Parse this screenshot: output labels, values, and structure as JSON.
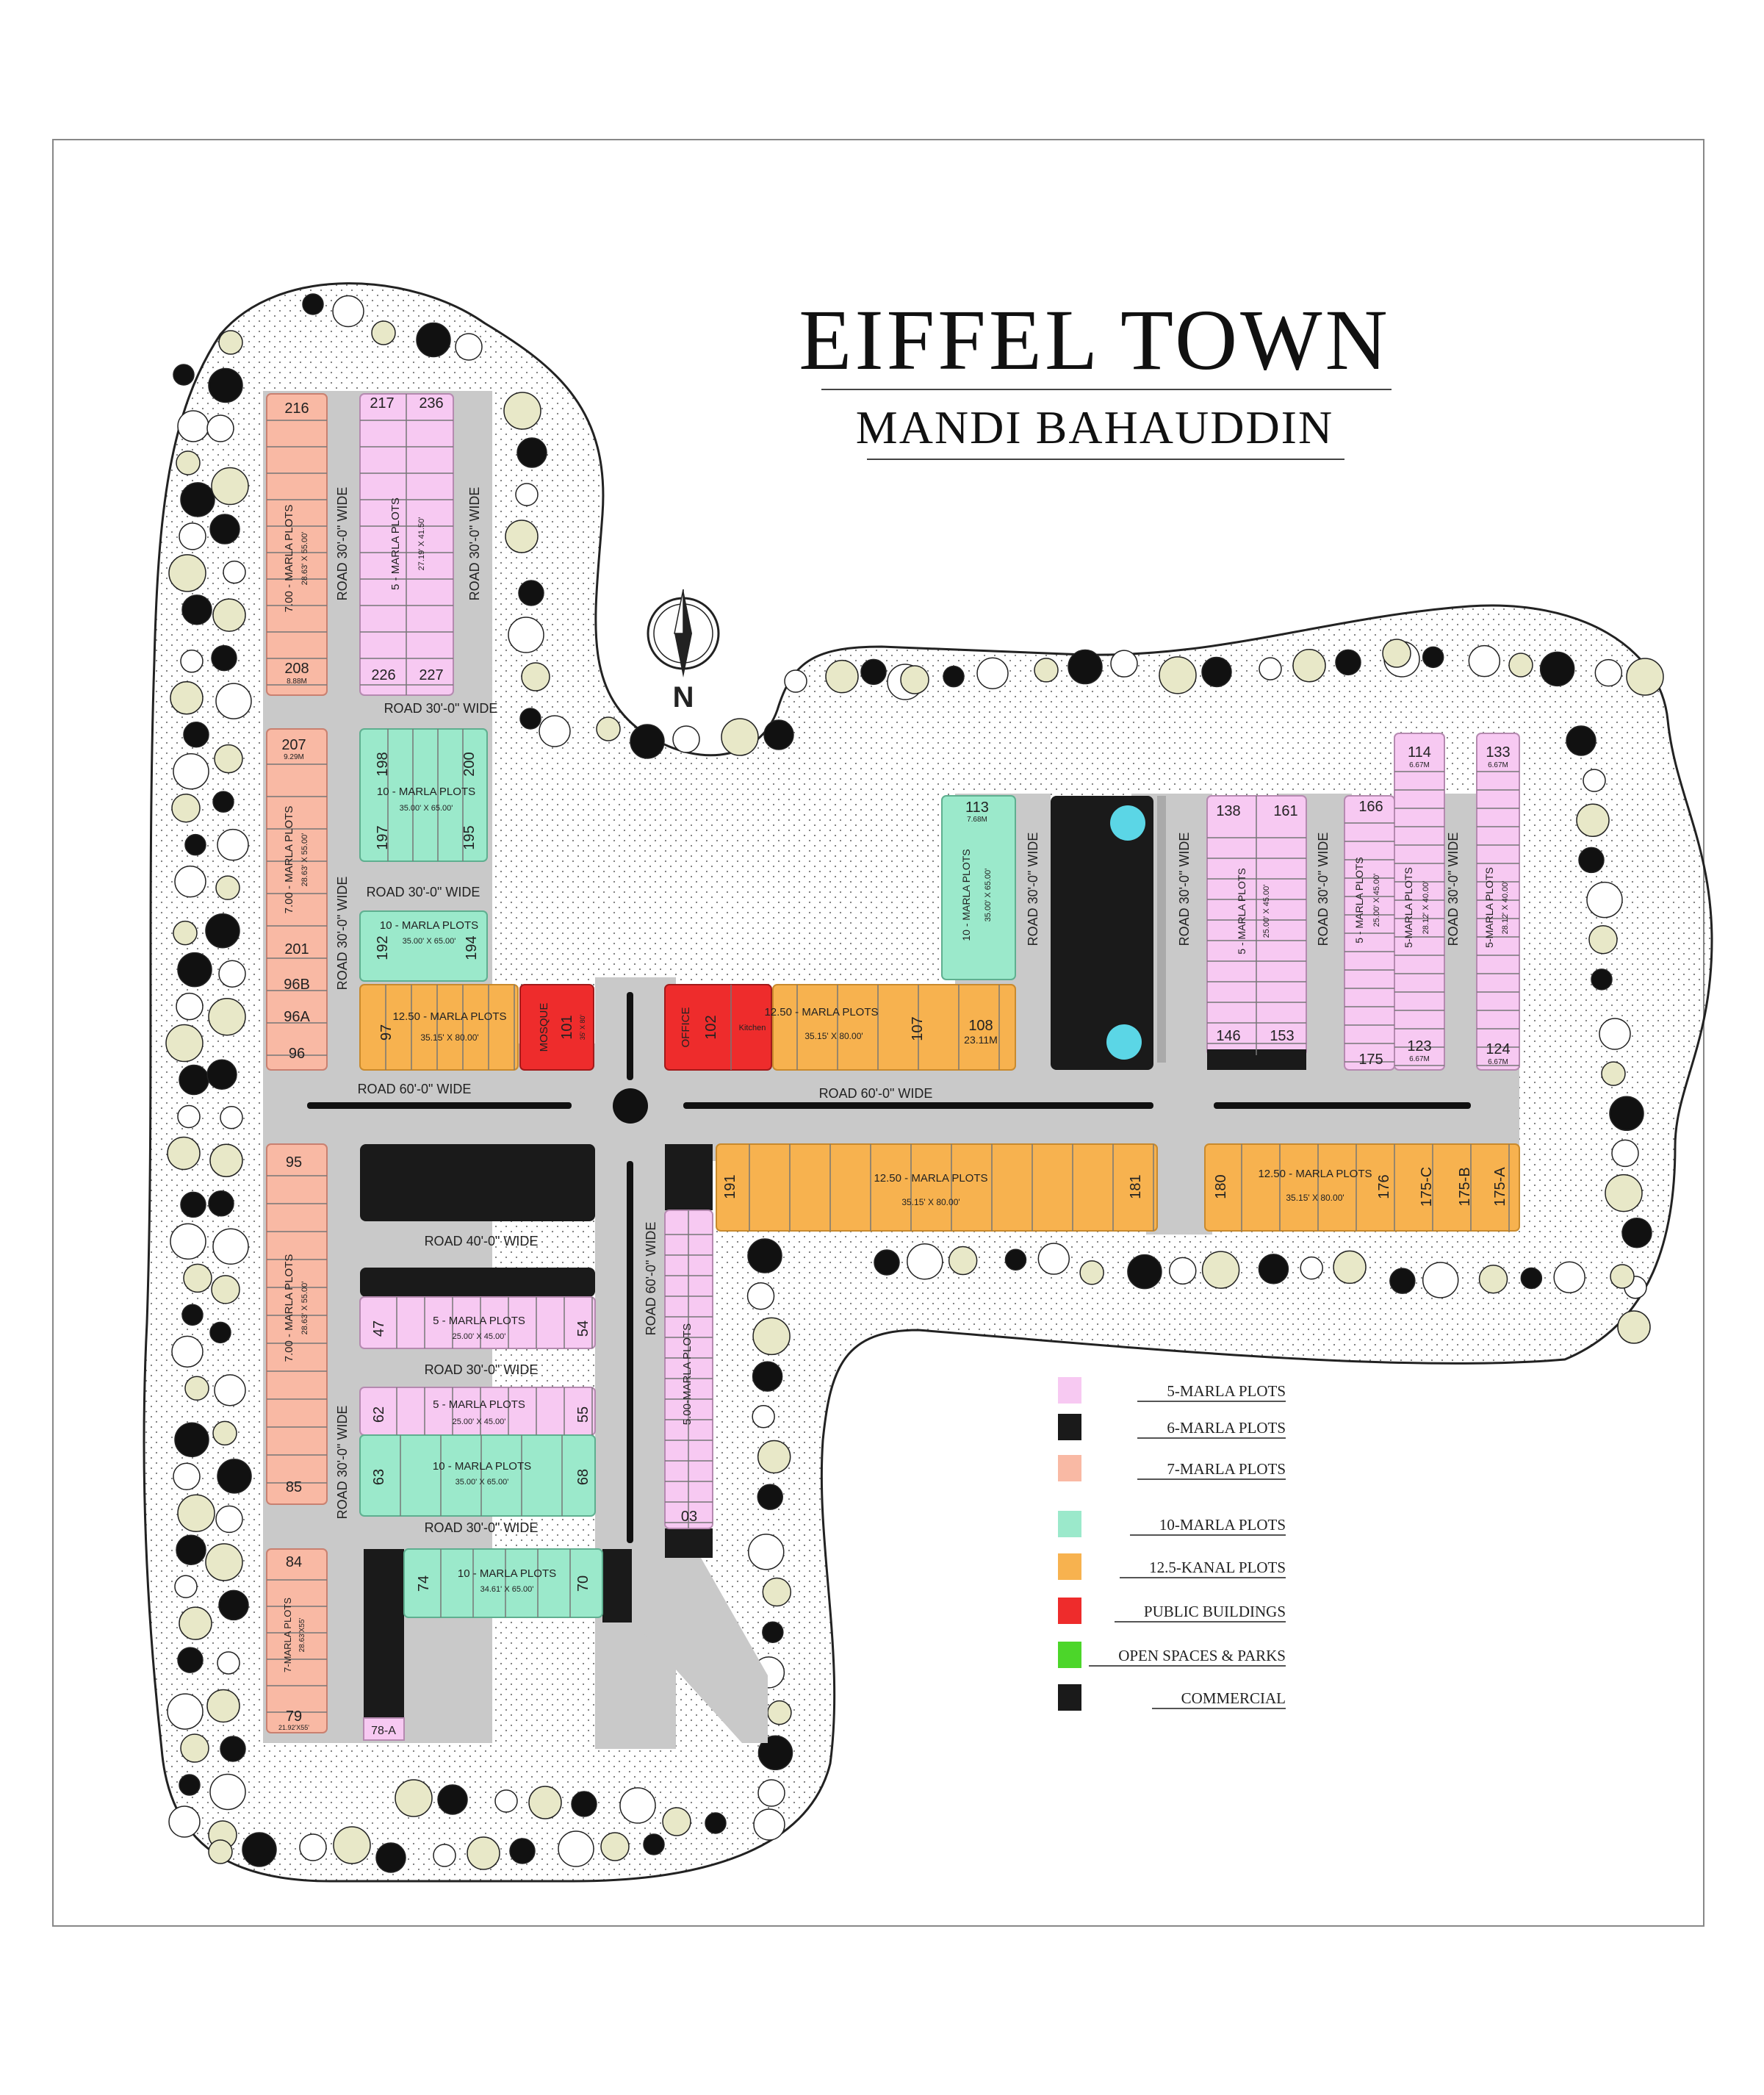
{
  "title": "EIFFEL TOWN",
  "subtitle": "MANDI BAHAUDDIN",
  "north_label": "N",
  "colors": {
    "five_marla": "#F7C9F2",
    "six_marla": "#1A1A1A",
    "seven_marla": "#F9B9A4",
    "ten_marla": "#9BE9CB",
    "twelve_five": "#F7B24F",
    "public": "#EE2C2C",
    "park": "#4CD62A",
    "commercial": "#1A1A1A",
    "road": "#C9C9C9",
    "green_belt": "#F4F4F4"
  },
  "legend": [
    {
      "label": "5-MARLA PLOTS",
      "color": "#F7C9F2"
    },
    {
      "label": "6-MARLA PLOTS",
      "color": "#1A1A1A"
    },
    {
      "label": "7-MARLA PLOTS",
      "color": "#F9B9A4"
    },
    {
      "label": "10-MARLA PLOTS",
      "color": "#9BE9CB"
    },
    {
      "label": "12.5-KANAL PLOTS",
      "color": "#F7B24F"
    },
    {
      "label": "PUBLIC BUILDINGS",
      "color": "#EE2C2C"
    },
    {
      "label": "OPEN SPACES & PARKS",
      "color": "#4CD62A"
    },
    {
      "label": "COMMERCIAL",
      "color": "#1A1A1A"
    }
  ],
  "roads": {
    "r30": "ROAD 30'-0\" WIDE",
    "r60": "ROAD 60'-0\" WIDE",
    "r40": "ROAD 40'-0\" WIDE",
    "r60v": "ROAD 60'-0\" WIDE"
  },
  "blocks": {
    "seven_a": {
      "label": "7.00 - MARLA PLOTS",
      "size": "28.63' X 55.00'",
      "top": "216",
      "bottom": "208",
      "bottom_sub": "8.88M"
    },
    "five_a": {
      "label": "5 - MARLA PLOTS",
      "size": "27.19' X 41.50'",
      "top_l": "217",
      "top_r": "236",
      "bot_l": "226",
      "bot_r": "227"
    },
    "ten_a": {
      "label": "10 - MARLA PLOTS",
      "size": "35.00' X 65.00'",
      "tl": "198",
      "tr": "200",
      "bl": "197",
      "br": "195"
    },
    "ten_b": {
      "label": "10 - MARLA PLOTS",
      "size": "35.00' X 65.00'",
      "l": "192",
      "r": "194"
    },
    "seven_b": {
      "label": "7.00 - MARLA PLOTS",
      "size": "28.63' X 55.00'",
      "top": "207",
      "top_sub": "9.29M",
      "n201": "201",
      "n96b": "96B",
      "n96a": "96A",
      "n96": "96"
    },
    "orange_w": {
      "label": "12.50 - MARLA PLOTS",
      "size": "35.15' X 80.00'",
      "l": "97"
    },
    "mosque": {
      "label": "MOSQUE",
      "num": "101",
      "sub": "35' X 80'"
    },
    "office": {
      "label": "OFFICE",
      "num": "102",
      "kitchen": "Kitchen"
    },
    "orange_c": {
      "label": "12.50 - MARLA PLOTS",
      "size": "35.15' X 80.00'",
      "l": "107",
      "r": "108",
      "r_sub": "23.11M"
    },
    "ten_c": {
      "label": "10 - MARLA PLOTS",
      "size": "35.00' X 65.00'",
      "top": "113",
      "top_sub": "7.68M"
    },
    "five_c": {
      "label": "5 - MARLA PLOTS",
      "size": "25.00' X 45.00'",
      "tl": "138",
      "tr": "161",
      "bl": "146",
      "br": "153"
    },
    "five_d": {
      "label": "5 - MARLA PLOTS",
      "size": "25.00' X 45.00'",
      "top": "166",
      "bottom": "175"
    },
    "five_e": {
      "label": "5-MARLA PLOTS",
      "size": "28.12' X 40.00'",
      "top": "114",
      "top_sub": "6.67M",
      "bottom": "123",
      "bottom_sub": "6.67M"
    },
    "five_f": {
      "label": "5-MARLA PLOTS",
      "size": "28.12' X 40.00'",
      "top": "133",
      "top_sub": "6.67M",
      "bottom": "124",
      "bottom_sub": "6.67M"
    },
    "seven_c": {
      "label": "7.00 - MARLA PLOTS",
      "size": "28.63' X 55.00'",
      "top": "95",
      "bottom": "85"
    },
    "five_g": {
      "label": "5 - MARLA PLOTS",
      "size": "25.00' X 45.00'",
      "l": "47",
      "r": "54"
    },
    "five_h": {
      "label": "5 - MARLA PLOTS",
      "size": "25.00' X 45.00'",
      "l": "62",
      "r": "55"
    },
    "ten_d": {
      "label": "10 - MARLA PLOTS",
      "size": "35.00' X 65.00'",
      "l": "63",
      "r": "68"
    },
    "ten_e": {
      "label": "10 - MARLA PLOTS",
      "size": "34.61' X 65.00'",
      "l": "74",
      "r": "70"
    },
    "seven_d": {
      "label": "7-MARLA PLOTS",
      "size": "28.63'X55'",
      "top": "84",
      "bottom": "79",
      "bottom_sub": "21.92'X55'"
    },
    "comm_78a": {
      "num": "78-A"
    },
    "five_v": {
      "label": "5.00-MARLA PLOTS",
      "bottom": "03"
    },
    "orange_e": {
      "label": "12.50 - MARLA PLOTS",
      "size": "35.15' X 80.00'",
      "l": "191",
      "r": "181"
    },
    "orange_f": {
      "label": "12.50 - MARLA PLOTS",
      "size": "35.15' X 80.00'",
      "l": "180",
      "n176": "176",
      "n175c": "175-C",
      "n175b": "175-B",
      "n175a": "175-A"
    }
  }
}
